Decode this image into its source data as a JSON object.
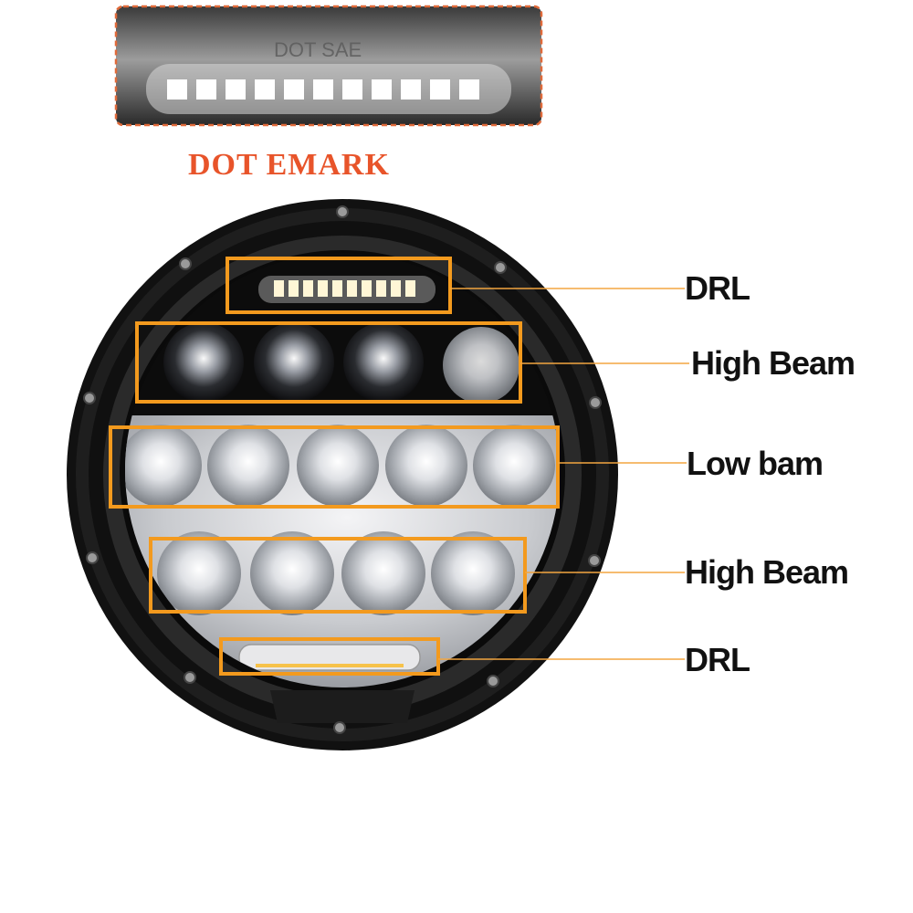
{
  "caption": "DOT   EMARK",
  "drl_marking": "DOT SAE",
  "labels": [
    {
      "id": "drl-top",
      "text": "DRL"
    },
    {
      "id": "high-beam-top",
      "text": "High Beam"
    },
    {
      "id": "low-beam",
      "text": "Low bam"
    },
    {
      "id": "high-beam-bottom",
      "text": "High Beam"
    },
    {
      "id": "drl-bottom",
      "text": "DRL"
    }
  ],
  "colors": {
    "highlight": "#f39a1e",
    "caption": "#e8542a",
    "inset_border": "#e06a3a",
    "housing": "#141414",
    "drl_led": "#fff6d6"
  }
}
